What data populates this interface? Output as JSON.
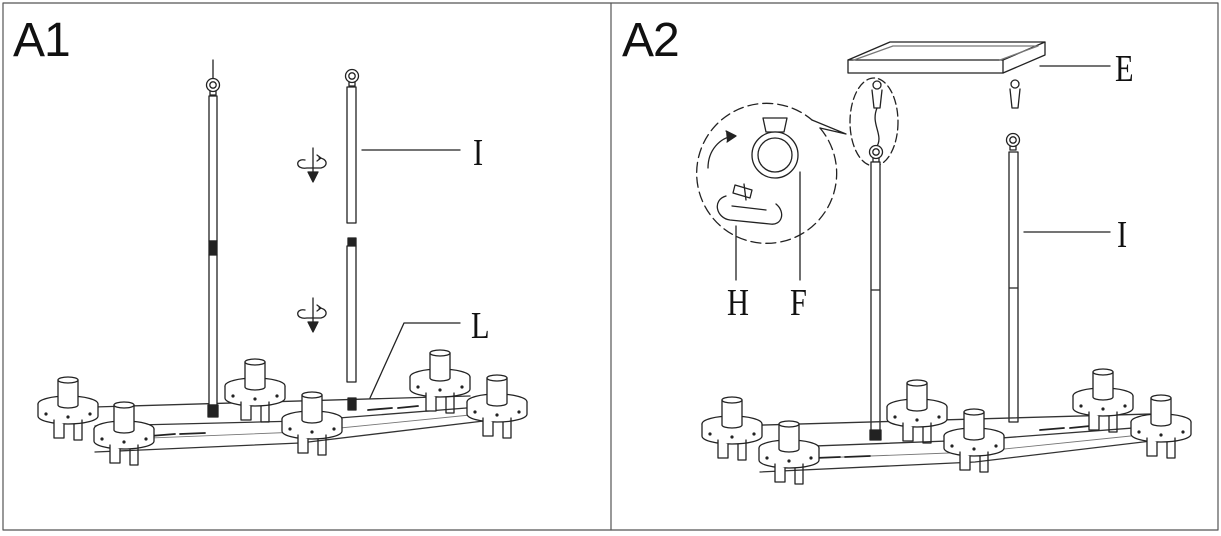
{
  "panels": [
    {
      "title": "A1",
      "labels": {
        "rod": "I",
        "connector": "L"
      }
    },
    {
      "title": "A2",
      "labels": {
        "canopy": "E",
        "hook": "F",
        "quick_link": "H",
        "rod": "I"
      }
    }
  ]
}
